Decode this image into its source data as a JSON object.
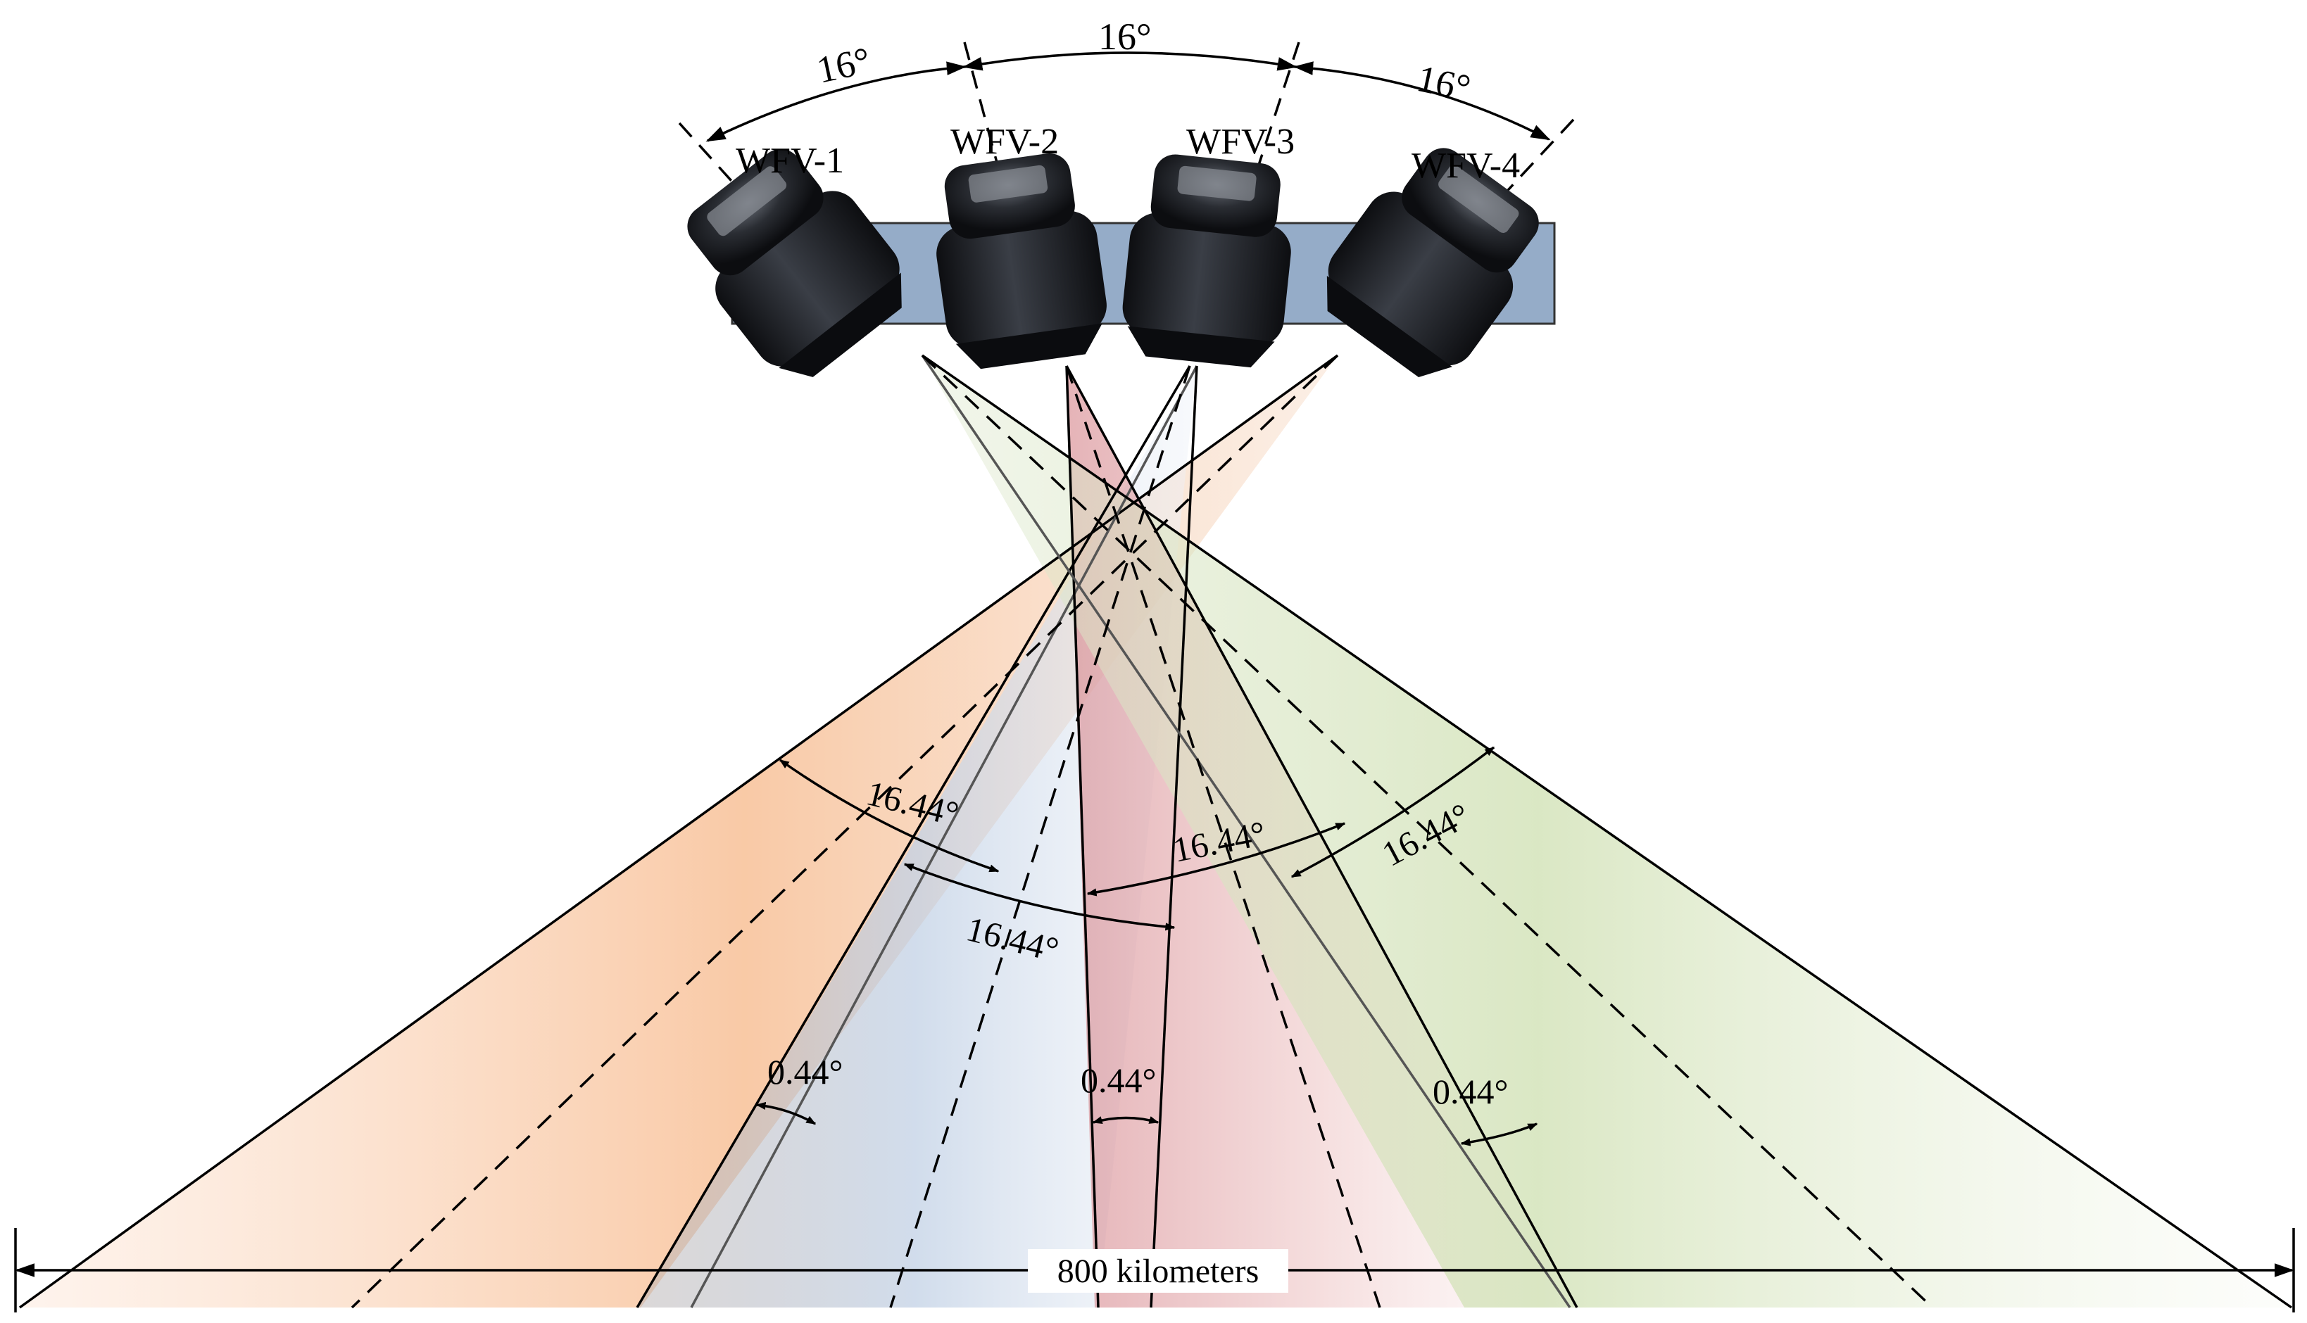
{
  "cameras": [
    {
      "label": "WFV-1"
    },
    {
      "label": "WFV-2"
    },
    {
      "label": "WFV-3"
    },
    {
      "label": "WFV-4"
    }
  ],
  "top_angles": [
    "16°",
    "16°",
    "16°"
  ],
  "fov_angles": [
    "16.44°",
    "16.44°",
    "16.44°",
    "16.44°"
  ],
  "overlap_angles": [
    "0.44°",
    "0.44°",
    "0.44°"
  ],
  "swath_label": "800 kilometers",
  "colors": {
    "platform": "#95acc8",
    "wfv1_beam": "#f7b98b",
    "wfv2_beam": "#c5d4e6",
    "wfv3_beam": "#e4a3a5",
    "wfv4_beam": "#cfe0b2",
    "camera_body": "#15171c"
  }
}
